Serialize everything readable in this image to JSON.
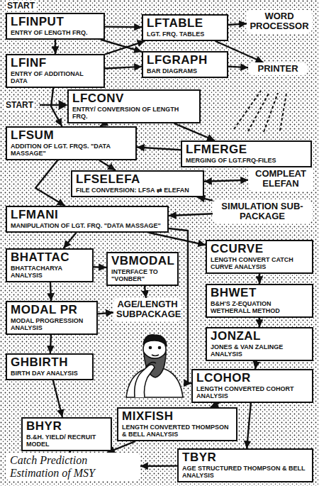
{
  "diagram": {
    "nodes": [
      {
        "text": [
          "LFINPUT",
          "ENTRY OF LENGTH FRQ."
        ]
      },
      {
        "text": [
          "LFTABLE",
          "LGT. FRQ. TABLES"
        ]
      },
      {
        "text": [
          "WORD PROCESSOR"
        ]
      },
      {
        "text": [
          "LFINF",
          "ENTRY OF ADDITIONAL DATA"
        ]
      },
      {
        "text": [
          "LFGRAPH",
          "BAR DIAGRAMS"
        ]
      },
      {
        "text": [
          "PRINTER"
        ]
      },
      {
        "text": [
          "LFCONV",
          "ENTRY/ CONVERSION OF LENGTH FRQ."
        ]
      },
      {
        "text": [
          "LFSUM",
          "ADDITION OF LGT. FRQS. \"DATA MASSAGE\""
        ]
      },
      {
        "text": [
          "LFMERGE",
          "MERGING OF LGT.FRQ-FILES"
        ]
      },
      {
        "text": [
          "LFSELEFA",
          "FILE CONVERSION: LFSA ⇄ ELEFAN"
        ]
      },
      {
        "text": [
          "COMPLEAT ELEFAN"
        ]
      },
      {
        "text": [
          "SIMULATION SUB-PACKAGE"
        ]
      },
      {
        "text": [
          "LFMANI",
          "MANIPULATION OF LGT. FRQ. \"DATA MASSAGE\""
        ]
      },
      {
        "text": [
          "BHATTAC",
          "BHATTACHARYA ANALYSIS"
        ]
      },
      {
        "text": [
          "VBMODAL",
          "INTERFACE TO \"VONBER\""
        ]
      },
      {
        "text": [
          "CCURVE",
          "LENGTH CONVERT CATCH CURVE ANALYSIS"
        ]
      },
      {
        "text": [
          "AGE/LENGTH SUBPACKAGE"
        ]
      },
      {
        "text": [
          "MODAL PR",
          "MODAL PROGRESSION ANALYSIS"
        ]
      },
      {
        "text": [
          "BHWET",
          "B&H'S Z-EQUATION WETHERALL METHOD"
        ]
      },
      {
        "text": [
          "JONZAL",
          "JONES & VAN ZALINGE ANALYSIS"
        ]
      },
      {
        "text": [
          "GHBIRTH",
          "BIRTH DAY ANALYSIS"
        ]
      },
      {
        "text": [
          "LCOHOR",
          "LENGTH CONVERTED COHORT ANALYSIS"
        ]
      },
      {
        "text": [
          "MIXFISH",
          "LENGTH CONVERTED THOMPSON & BELL ANALYSIS"
        ]
      },
      {
        "text": [
          "BHYR",
          "B.&H. YIELD/ RECRUIT MODEL"
        ]
      },
      {
        "text": [
          "TBYR",
          "AGE STRUCTURED THOMPSON & BELL ANALYSIS"
        ]
      },
      {
        "text": [
          "Catch Prediction Estimation of MSY"
        ]
      }
    ],
    "edges": [
      {
        "from": 0,
        "to": 1,
        "arrow": "to"
      },
      {
        "from": 0,
        "to": 4,
        "arrow": "to"
      },
      {
        "from": 0,
        "to": 3,
        "arrow": "to"
      },
      {
        "from": 3,
        "to": 1,
        "arrow": "to"
      },
      {
        "from": 3,
        "to": 4,
        "arrow": "to"
      },
      {
        "from": 1,
        "to": 2,
        "arrow": "to"
      },
      {
        "from": 1,
        "to": 5,
        "arrow": "to"
      },
      {
        "from": 4,
        "to": 5,
        "arrow": "to"
      },
      {
        "from": 3,
        "to": 7,
        "arrow": "to"
      },
      {
        "from": 6,
        "to": 7,
        "arrow": "to"
      },
      {
        "from": 6,
        "to": 8,
        "arrow": "to"
      },
      {
        "from": 8,
        "to": 7,
        "arrow": "to"
      },
      {
        "from": 7,
        "to": 9,
        "arrow": "to"
      },
      {
        "from": 9,
        "to": 10,
        "arrow": "both"
      },
      {
        "from": 11,
        "to": 9,
        "arrow": "to"
      },
      {
        "from": 7,
        "to": 12,
        "arrow": "to"
      },
      {
        "from": 11,
        "to": 12,
        "arrow": "to"
      },
      {
        "from": 12,
        "to": 13,
        "arrow": "to"
      },
      {
        "from": 12,
        "to": 15,
        "arrow": "to"
      },
      {
        "from": 12,
        "to": 21,
        "arrow": "to"
      },
      {
        "from": 13,
        "to": 14,
        "arrow": "to"
      },
      {
        "from": 14,
        "to": 16,
        "arrow": "to"
      },
      {
        "from": 13,
        "to": 17,
        "arrow": "to"
      },
      {
        "from": 17,
        "to": 16,
        "arrow": "to"
      },
      {
        "from": 17,
        "to": 20,
        "arrow": "to"
      },
      {
        "from": 20,
        "to": 23,
        "arrow": "to"
      },
      {
        "from": 15,
        "to": 18,
        "arrow": "to"
      },
      {
        "from": 18,
        "to": 19,
        "arrow": "to"
      },
      {
        "from": 19,
        "to": 21,
        "arrow": "to"
      },
      {
        "from": 21,
        "to": 22,
        "arrow": "to"
      },
      {
        "from": 21,
        "to": 24,
        "arrow": "to"
      },
      {
        "from": 22,
        "to": 25,
        "arrow": "to"
      },
      {
        "from": 23,
        "to": 25,
        "arrow": "to"
      },
      {
        "from": 24,
        "to": 25,
        "arrow": "to"
      }
    ],
    "labels": [
      "START",
      "START"
    ]
  }
}
